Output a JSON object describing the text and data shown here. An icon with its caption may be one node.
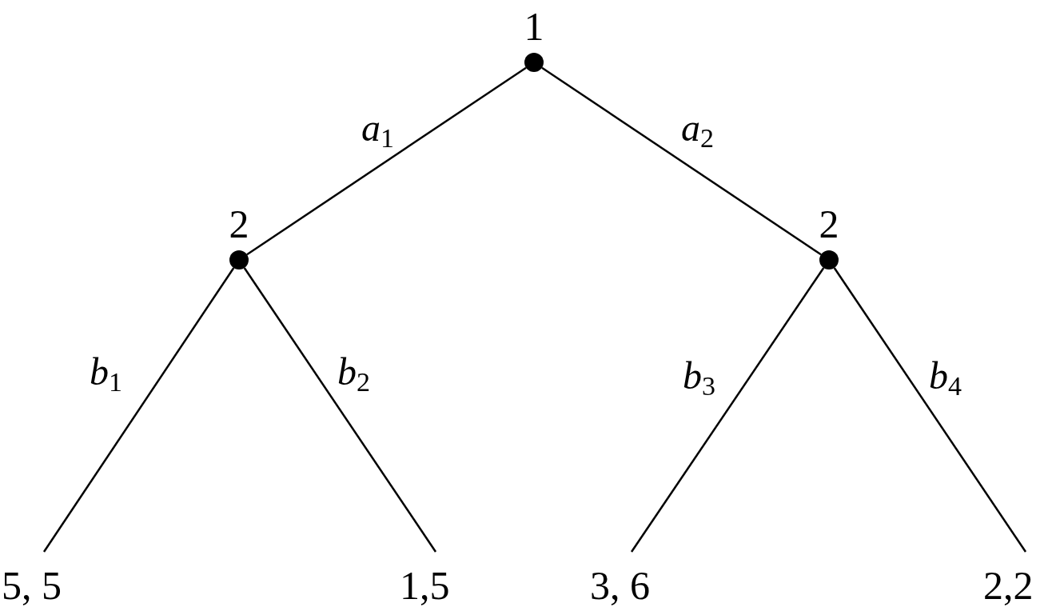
{
  "diagram": {
    "nodes": [
      {
        "text": [
          "1"
        ]
      },
      {
        "text": [
          "2"
        ]
      },
      {
        "text": [
          "2"
        ]
      },
      {
        "text": [
          "5, 5"
        ]
      },
      {
        "text": [
          "1,5"
        ]
      },
      {
        "text": [
          "3, 6"
        ]
      },
      {
        "text": [
          "2,2"
        ]
      }
    ],
    "edges": [
      {
        "from": 0,
        "to": 1,
        "arrow": "none",
        "label": "*a*$_{1}$"
      },
      {
        "from": 0,
        "to": 2,
        "arrow": "none",
        "label": "*a*$_{2}$"
      },
      {
        "from": 1,
        "to": 3,
        "arrow": "none",
        "label": "*b*$_{1}$"
      },
      {
        "from": 1,
        "to": 4,
        "arrow": "none",
        "label": "*b*$_{2}$"
      },
      {
        "from": 2,
        "to": 5,
        "arrow": "none",
        "label": "*b*$_{3}$"
      },
      {
        "from": 2,
        "to": 6,
        "arrow": "none",
        "label": "*b*$_{4}$"
      }
    ]
  }
}
